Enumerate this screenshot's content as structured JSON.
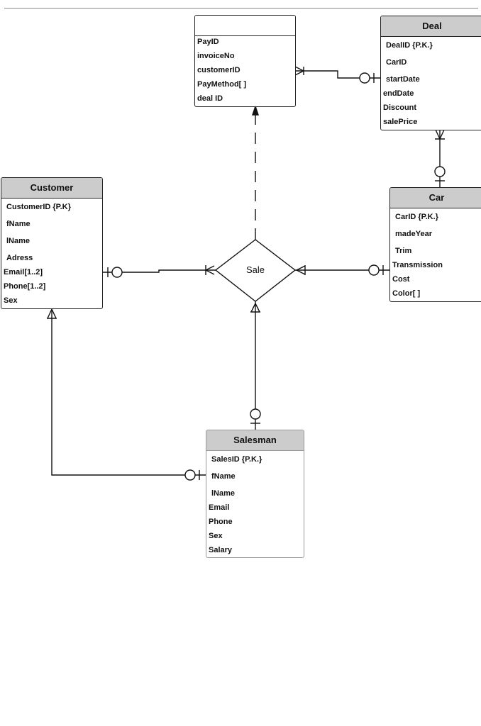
{
  "entities": {
    "payment": {
      "title": "",
      "attrs": [
        "PayID",
        "invoiceNo",
        "customerID",
        "PayMethod[ ]",
        "deal ID"
      ]
    },
    "deal": {
      "title": "Deal",
      "attrs": [
        "DealID {P.K.}",
        "CarID",
        "startDate",
        "endDate",
        "Discount",
        "salePrice"
      ]
    },
    "customer": {
      "title": "Customer",
      "attrs": [
        "CustomerID {P.K}",
        "fName",
        "lName",
        "Adress",
        "Email[1..2]",
        "Phone[1..2]",
        "Sex"
      ]
    },
    "car": {
      "title": "Car",
      "attrs": [
        "CarID {P.K.}",
        "madeYear",
        "Trim",
        "Transmission",
        "Cost",
        "Color[ ]"
      ]
    },
    "salesman": {
      "title": "Salesman",
      "attrs": [
        "SalesID {P.K.}",
        "fName",
        "lName",
        "Email",
        "Phone",
        "Sex",
        "Salary"
      ]
    }
  },
  "relationship": {
    "sale_label": "Sale"
  },
  "colors": {
    "header_fill": "#cccccc",
    "line": "#111111"
  }
}
